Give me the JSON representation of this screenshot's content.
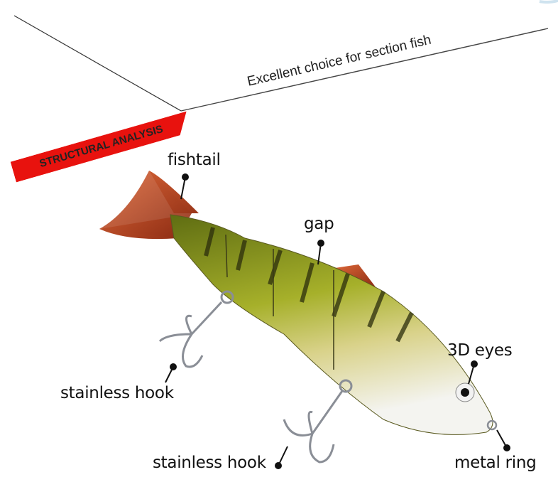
{
  "headline": "Excellent  choice for section fish",
  "tag": "STRUCTURAL ANALYSIS",
  "labels": {
    "fishtail": "fishtail",
    "gap": "gap",
    "eyes": "3D eyes",
    "hook_left": "stainless hook",
    "hook_bottom": "stainless hook",
    "ring": "metal ring"
  },
  "colors": {
    "tag": "#e8120e",
    "body": "#8a9a1c",
    "fin": "#c2401c"
  }
}
